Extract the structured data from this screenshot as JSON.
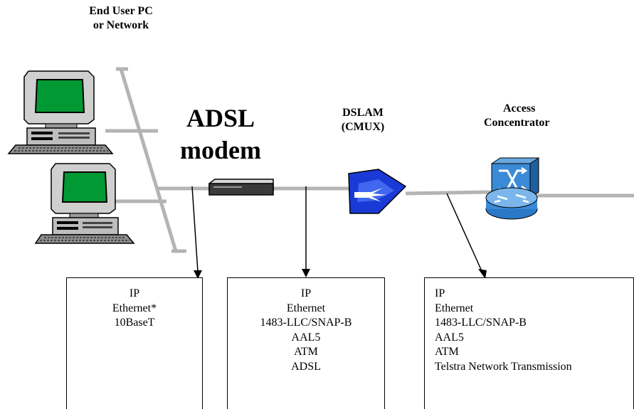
{
  "labels": {
    "end_user": [
      "End User PC",
      "or Network"
    ],
    "modem": [
      "ADSL",
      "modem"
    ],
    "dslam": [
      "DSLAM",
      "(CMUX)"
    ],
    "access": [
      "Access",
      "Concentrator"
    ]
  },
  "stacks": [
    {
      "layers": [
        "IP",
        "Ethernet*",
        "10BaseT"
      ]
    },
    {
      "layers": [
        "IP",
        "Ethernet",
        "1483-LLC/SNAP-B",
        "AAL5",
        "ATM",
        "ADSL"
      ]
    },
    {
      "layers": [
        "IP",
        "Ethernet",
        "1483-LLC/SNAP-B",
        "AAL5",
        "ATM",
        "Telstra Network Transmission"
      ]
    }
  ],
  "icons": {
    "pc": "desktop-computer-icon",
    "modem": "adsl-modem-icon",
    "dslam": "dslam-device-icon",
    "router": "router-switch-icon"
  },
  "colors": {
    "line": "#b4b4b4",
    "screen": "#009933",
    "dslam": "#1a3ad8",
    "router": "#2a78c8"
  }
}
